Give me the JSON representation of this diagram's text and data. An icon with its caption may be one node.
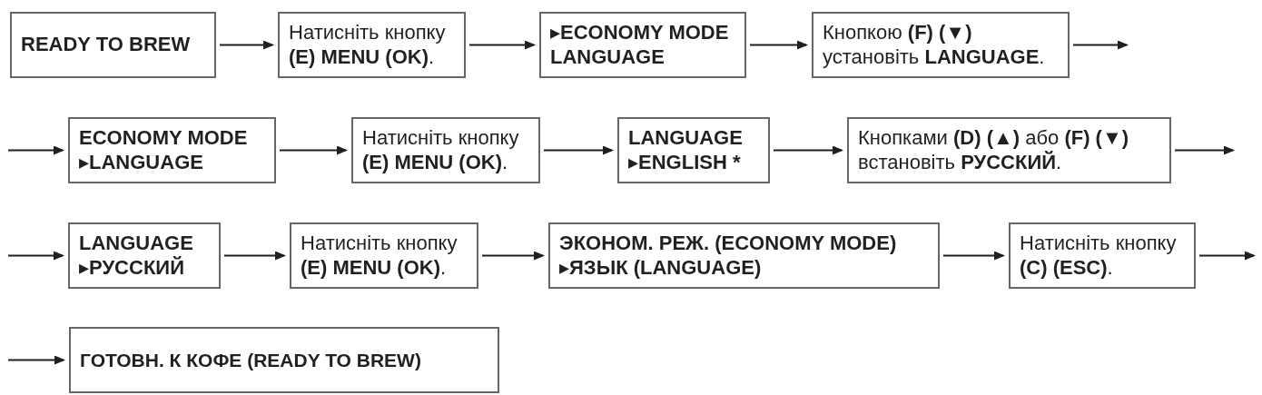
{
  "diagram": {
    "nodes": [
      {
        "text": [
          "READY TO BREW"
        ]
      },
      {
        "text": [
          "Натисніть кнопку **(E) MENU (OK)**."
        ]
      },
      {
        "text": [
          "▸ECONOMY MODE",
          "LANGUAGE"
        ]
      },
      {
        "text": [
          "Кнопкою **(F) (▼)** установіть **LANGUAGE**."
        ]
      },
      {
        "text": [
          "ECONOMY MODE",
          "▸LANGUAGE"
        ]
      },
      {
        "text": [
          "Натисніть кнопку **(E) MENU (OK)**."
        ]
      },
      {
        "text": [
          "LANGUAGE",
          "▸ENGLISH *"
        ]
      },
      {
        "text": [
          "Кнопками **(D) (▲)** або **(F) (▼)** встановіть **РУССКИЙ**."
        ]
      },
      {
        "text": [
          "LANGUAGE",
          "▸РУССКИЙ"
        ]
      },
      {
        "text": [
          "Натисніть кнопку **(E) MENU (OK)**."
        ]
      },
      {
        "text": [
          "ЭКОНОМ. РЕЖ. (ECONOMY MODE)",
          "▸ЯЗЫК (LANGUAGE)"
        ]
      },
      {
        "text": [
          "Натисніть кнопку **(C) (ESC)**."
        ]
      },
      {
        "text": [
          "ГОТОВН. К КОФЕ (READY TO BREW)"
        ]
      }
    ],
    "edges": [
      {
        "from": 0,
        "to": 1,
        "arrow": "to"
      },
      {
        "from": 1,
        "to": 2,
        "arrow": "to"
      },
      {
        "from": 2,
        "to": 3,
        "arrow": "to"
      },
      {
        "from": 3,
        "to": null,
        "arrow": "to"
      },
      {
        "from": null,
        "to": 4,
        "arrow": "to"
      },
      {
        "from": 4,
        "to": 5,
        "arrow": "to"
      },
      {
        "from": 5,
        "to": 6,
        "arrow": "to"
      },
      {
        "from": 6,
        "to": 7,
        "arrow": "to"
      },
      {
        "from": 7,
        "to": null,
        "arrow": "to"
      },
      {
        "from": null,
        "to": 8,
        "arrow": "to"
      },
      {
        "from": 8,
        "to": 9,
        "arrow": "to"
      },
      {
        "from": 9,
        "to": 10,
        "arrow": "to"
      },
      {
        "from": 10,
        "to": 11,
        "arrow": "to"
      },
      {
        "from": 11,
        "to": null,
        "arrow": "to"
      },
      {
        "from": null,
        "to": 12,
        "arrow": "to"
      }
    ]
  }
}
